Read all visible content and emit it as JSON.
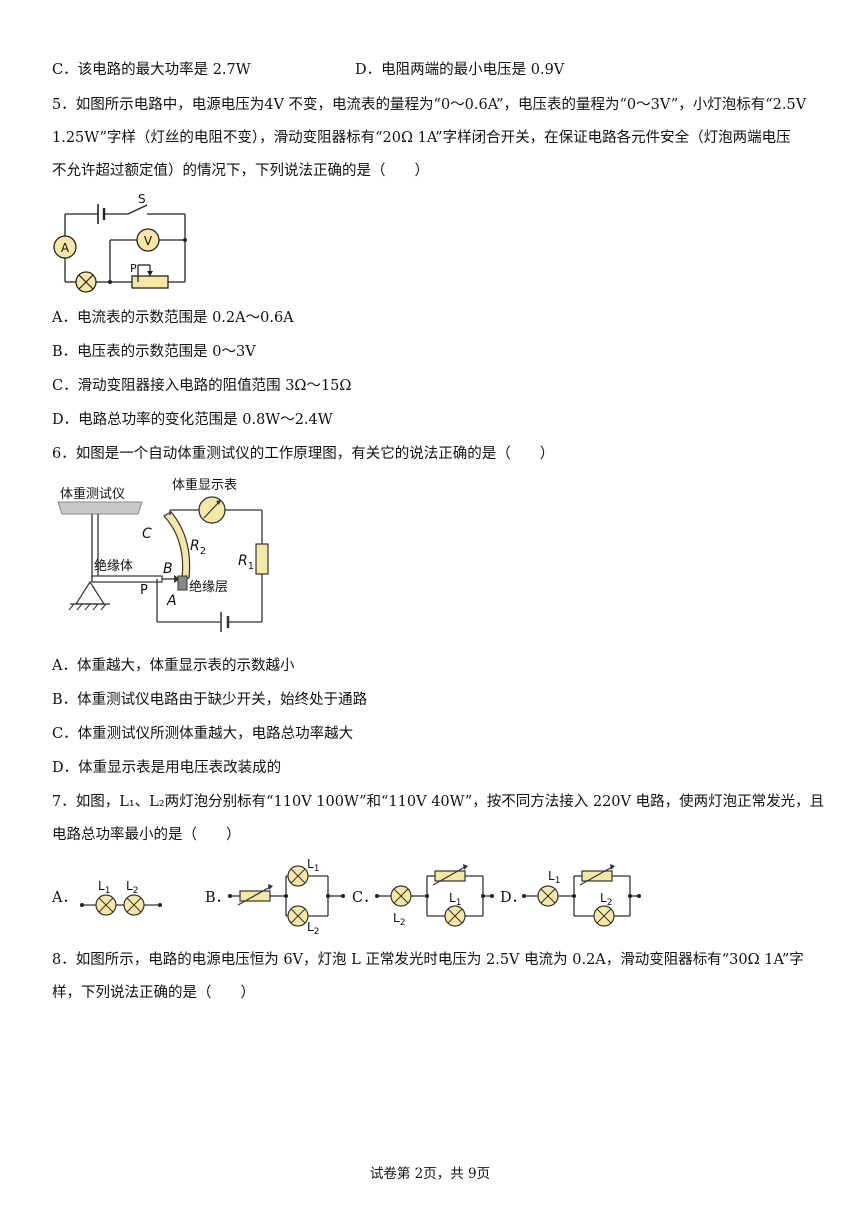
{
  "q4_options": {
    "C": "C．该电路的最大功率是 2.7W",
    "D": "D．电阻两端的最小电压是 0.9V"
  },
  "q5": {
    "stem": [
      "5．如图所示电路中，电源电压为4V 不变，电流表的量程为“0～0.6A”，电压表的量程为“0～3V”，小灯泡标有“2.5V",
      "1.25W”字样（灯丝的电阻不变），滑动变阻器标有“20Ω 1A”字样闭合开关，在保证电路各元件安全（灯泡两端电压",
      "不允许超过额定值）的情况下，下列说法正确的是（　　）"
    ],
    "figure_labels": {
      "switch": "S",
      "ammeter": "A",
      "voltmeter": "V",
      "slider": "P"
    },
    "options": [
      "A．电流表的示数范围是 0.2A～0.6A",
      "B．电压表的示数范围是 0～3V",
      "C．滑动变阻器接入电路的阻值范围 3Ω～15Ω",
      "D．电路总功率的变化范围是 0.8W～2.4W"
    ]
  },
  "q6": {
    "stem": "6．如图是一个自动体重测试仪的工作原理图，有关它的说法正确的是（　　）",
    "figure_labels": {
      "device": "体重测试仪",
      "meter": "体重显示表",
      "insulator": "绝缘体",
      "insulation_layer": "绝缘层",
      "C": "C",
      "B": "B",
      "A": "A",
      "P": "P",
      "R2": "R",
      "R2_sub": "2",
      "R1": "R",
      "R1_sub": "1"
    },
    "options": [
      "A．体重越大，体重显示表的示数越小",
      "B．体重测试仪电路由于缺少开关，始终处于通路",
      "C．体重测试仪所测体重越大，电路总功率越大",
      "D．体重显示表是用电压表改装成的"
    ]
  },
  "q7": {
    "stem": [
      "7．如图，L₁、L₂两灯泡分别标有“110V 100W”和“110V 40W”，按不同方法接入 220V 电路，使两灯泡正常发光，且",
      "电路总功率最小的是（　　）"
    ],
    "option_letters": [
      "A．",
      "B．",
      "C．",
      "D．"
    ],
    "lamp_labels": {
      "L": "L",
      "one": "1",
      "two": "2"
    }
  },
  "q8": {
    "stem": [
      "8．如图所示，电路的电源电压恒为 6V，灯泡 L 正常发光时电压为 2.5V 电流为 0.2A，滑动变阻器标有“30Ω 1A”字",
      "样，下列说法正确的是（　　）"
    ]
  },
  "footer": "试卷第 2页，共 9页"
}
